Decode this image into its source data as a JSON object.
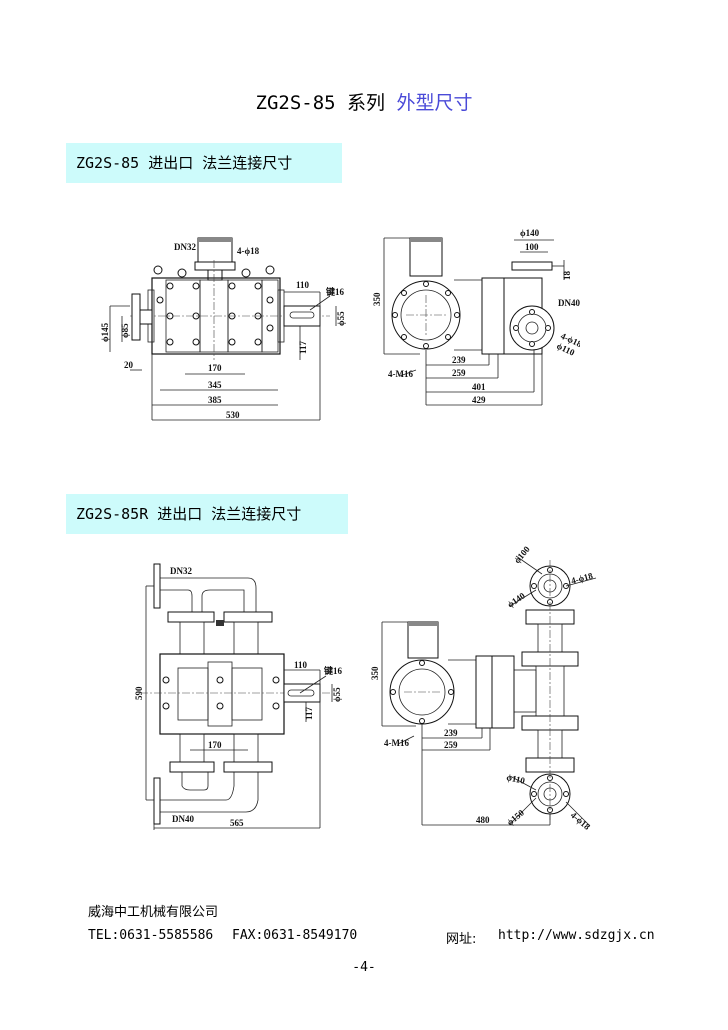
{
  "page": {
    "title_prefix": "ZG2S-85 系列",
    "title_accent": "外型尺寸",
    "accent_color": "#4a4ad8",
    "banner_color": "#cdfbfb"
  },
  "sections": [
    {
      "heading": "ZG2S-85 进出口 法兰连接尺寸",
      "front_view": {
        "labels": {
          "inlet": "DN32",
          "bolts": "4-ϕ18",
          "shaft_len": "110",
          "key": "键16",
          "shaft_dia": "ϕ55",
          "shaft_height": "117",
          "flange_dia": "ϕ145",
          "spigot_dia": "ϕ85",
          "flange_thk": "20",
          "dim_170": "170",
          "dim_345": "345",
          "dim_385": "385",
          "dim_530": "530"
        }
      },
      "side_view": {
        "labels": {
          "flange_od": "ϕ140",
          "flange_pcd": "100",
          "flange_h": "18",
          "outlet": "DN40",
          "bolts": "4-ϕ18",
          "pcd": "ϕ110",
          "height": "350",
          "anchor": "4-M16",
          "dim_239": "239",
          "dim_259": "259",
          "dim_401": "401",
          "dim_429": "429"
        }
      }
    },
    {
      "heading": "ZG2S-85R 进出口 法兰连接尺寸",
      "front_view": {
        "labels": {
          "inlet": "DN32",
          "outlet": "DN40",
          "height": "590",
          "shaft_len": "110",
          "key": "键16",
          "shaft_dia": "ϕ55",
          "shaft_height": "117",
          "dim_170": "170",
          "dim_565": "565"
        }
      },
      "side_view": {
        "labels": {
          "top_pcd": "ϕ100",
          "top_od": "ϕ140",
          "top_bolts": "4-ϕ18",
          "height": "350",
          "anchor": "4-M16",
          "dim_239": "239",
          "dim_259": "259",
          "bot_pcd": "ϕ110",
          "bot_od": "ϕ150",
          "bot_bolts": "4-ϕ18",
          "dim_480": "480"
        }
      }
    }
  ],
  "footer": {
    "company": "威海中工机械有限公司",
    "tel": "TEL:0631-5585586",
    "fax": "FAX:0631-8549170",
    "website_label": "网址:",
    "website": "http://www.sdzgjx.cn",
    "page_number": "-4-"
  }
}
